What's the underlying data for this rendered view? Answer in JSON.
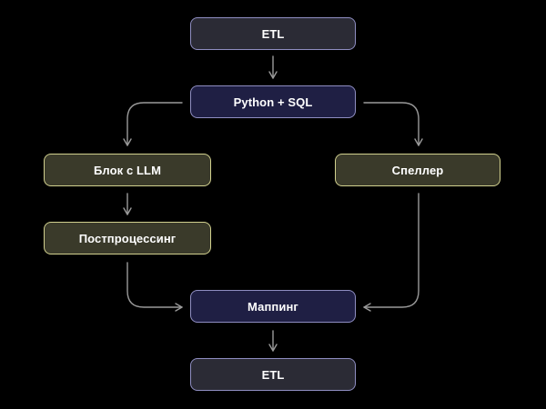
{
  "colors": {
    "background": "#000000",
    "node_gray_fill": "#2b2b35",
    "node_blue_fill": "#1f1f44",
    "node_olive_fill": "#3a3a2a",
    "node_blue_border": "#8f8ec2",
    "node_olive_border": "#d2d18f",
    "connector": "#9a9a9a",
    "text": "#ffffff"
  },
  "nodes": {
    "etl_top": "ETL",
    "python_sql": "Python + SQL",
    "llm_block": "Блок с LLM",
    "speller": "Спеллер",
    "postprocessing": "Постпроцессинг",
    "mapping": "Маппинг",
    "etl_bottom": "ETL"
  },
  "edges": [
    {
      "from": "etl_top",
      "to": "python_sql"
    },
    {
      "from": "python_sql",
      "to": "llm_block"
    },
    {
      "from": "python_sql",
      "to": "speller"
    },
    {
      "from": "llm_block",
      "to": "postprocessing"
    },
    {
      "from": "postprocessing",
      "to": "mapping"
    },
    {
      "from": "speller",
      "to": "mapping"
    },
    {
      "from": "mapping",
      "to": "etl_bottom"
    }
  ]
}
